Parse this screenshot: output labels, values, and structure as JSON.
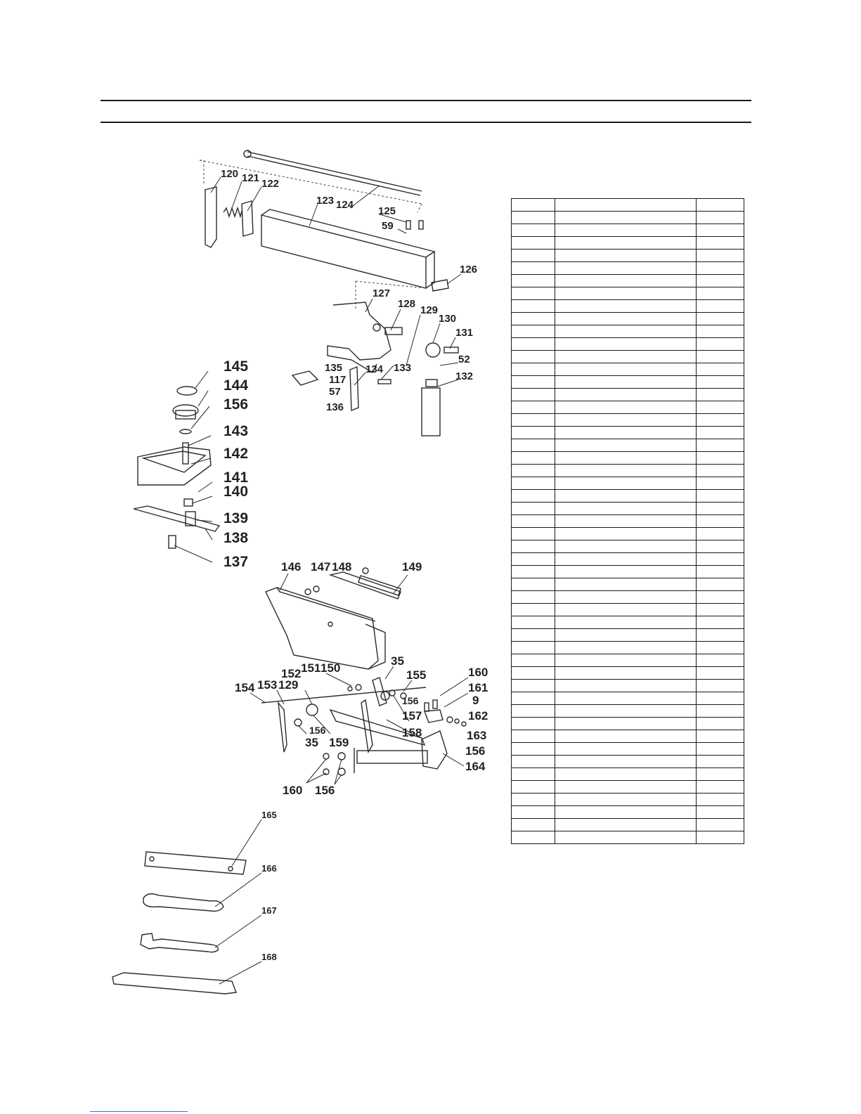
{
  "callouts": [
    {
      "id": "c120",
      "label": "120"
    },
    {
      "id": "c121",
      "label": "121"
    },
    {
      "id": "c122",
      "label": "122"
    },
    {
      "id": "c123",
      "label": "123"
    },
    {
      "id": "c124",
      "label": "124"
    },
    {
      "id": "c125",
      "label": "125"
    },
    {
      "id": "c59",
      "label": "59"
    },
    {
      "id": "c126",
      "label": "126"
    },
    {
      "id": "c127",
      "label": "127"
    },
    {
      "id": "c128",
      "label": "128"
    },
    {
      "id": "c129a",
      "label": "129"
    },
    {
      "id": "c130",
      "label": "130"
    },
    {
      "id": "c131",
      "label": "131"
    },
    {
      "id": "c52",
      "label": "52"
    },
    {
      "id": "c132",
      "label": "132"
    },
    {
      "id": "c133",
      "label": "133"
    },
    {
      "id": "c134",
      "label": "134"
    },
    {
      "id": "c135",
      "label": "135"
    },
    {
      "id": "c117",
      "label": "117"
    },
    {
      "id": "c57",
      "label": "57"
    },
    {
      "id": "c136",
      "label": "136"
    },
    {
      "id": "c145",
      "label": "145"
    },
    {
      "id": "c144",
      "label": "144"
    },
    {
      "id": "c156a",
      "label": "156"
    },
    {
      "id": "c143",
      "label": "143"
    },
    {
      "id": "c142",
      "label": "142"
    },
    {
      "id": "c141",
      "label": "141"
    },
    {
      "id": "c140",
      "label": "140"
    },
    {
      "id": "c139",
      "label": "139"
    },
    {
      "id": "c138",
      "label": "138"
    },
    {
      "id": "c137",
      "label": "137"
    },
    {
      "id": "c146",
      "label": "146"
    },
    {
      "id": "c147",
      "label": "147"
    },
    {
      "id": "c148",
      "label": "148"
    },
    {
      "id": "c149",
      "label": "149"
    },
    {
      "id": "c35a",
      "label": "35"
    },
    {
      "id": "c152",
      "label": "152"
    },
    {
      "id": "c151",
      "label": "151"
    },
    {
      "id": "c150",
      "label": "150"
    },
    {
      "id": "c155",
      "label": "155"
    },
    {
      "id": "c160a",
      "label": "160"
    },
    {
      "id": "c154",
      "label": "154"
    },
    {
      "id": "c153",
      "label": "153"
    },
    {
      "id": "c129b",
      "label": "129"
    },
    {
      "id": "c156b",
      "label": "156"
    },
    {
      "id": "c161",
      "label": "161"
    },
    {
      "id": "c9",
      "label": "9"
    },
    {
      "id": "c157",
      "label": "157"
    },
    {
      "id": "c162",
      "label": "162"
    },
    {
      "id": "c156c",
      "label": "156"
    },
    {
      "id": "c163",
      "label": "163"
    },
    {
      "id": "c35b",
      "label": "35"
    },
    {
      "id": "c159",
      "label": "159"
    },
    {
      "id": "c158",
      "label": "158"
    },
    {
      "id": "c156d",
      "label": "156"
    },
    {
      "id": "c164",
      "label": "164"
    },
    {
      "id": "c160b",
      "label": "160"
    },
    {
      "id": "c156e",
      "label": "156"
    },
    {
      "id": "c165",
      "label": "165"
    },
    {
      "id": "c166",
      "label": "166"
    },
    {
      "id": "c167",
      "label": "167"
    },
    {
      "id": "c168",
      "label": "168"
    }
  ],
  "parts_table": {
    "rows": 51,
    "cols": 3
  }
}
